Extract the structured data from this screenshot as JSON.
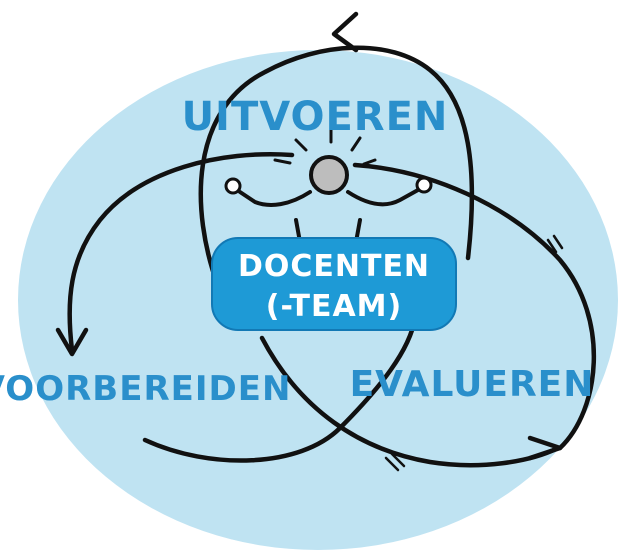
{
  "diagram": {
    "center": {
      "line1": "DOCENTEN",
      "line2": "(-TEAM)"
    },
    "phases": {
      "top": "UITVOEREN",
      "left": "VOORBEREIDEN",
      "right": "EVALUEREN"
    },
    "colors": {
      "background_ellipse": "#bfe3f2",
      "label_text": "#2a8fcb",
      "center_badge": "#1e9ad6",
      "center_badge_border": "#1279b5",
      "lines": "#111111",
      "figure_head": "#bdbdbd"
    },
    "icons": [
      "person-figure-icon",
      "cycle-arrow-icon"
    ]
  }
}
